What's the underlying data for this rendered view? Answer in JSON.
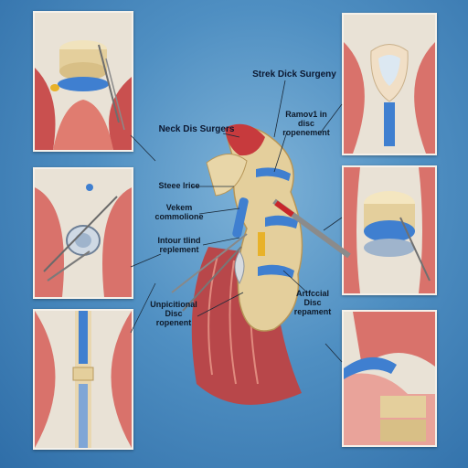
{
  "labels": {
    "top_right_title": "Strek Dick Surgeny",
    "neck_title": "Neck Dis Surgers",
    "removal": "Ramov1 in\ndisc ropenement",
    "steee": "Steee lrice",
    "vekem": "Vekem\ncommolione",
    "intour": "Intour tlind\nreplement",
    "artificial": "Artfccial\nDisc\nrepament",
    "unpicitional": "Unpicitional\nDisc\nropenent"
  },
  "colors": {
    "background": "#3d7db5",
    "bone": "#e4cf9c",
    "muscle": "#c9504f",
    "implant_blue": "#3f7fd0",
    "panel_bg": "#e9e2d6"
  }
}
